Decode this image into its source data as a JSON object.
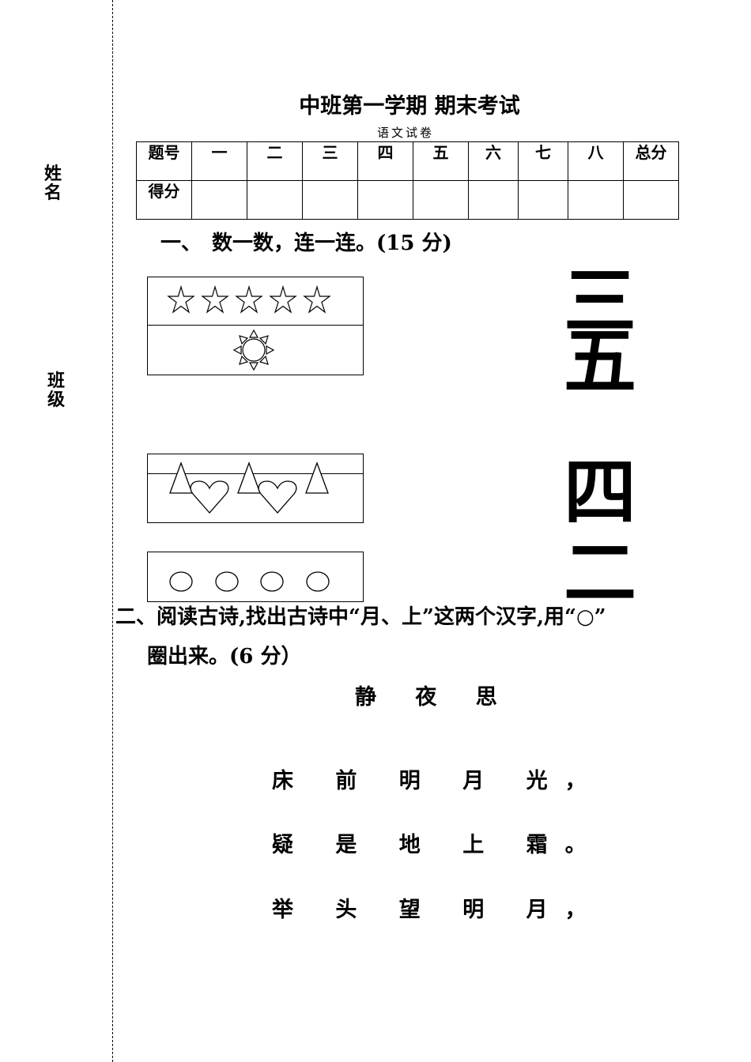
{
  "sidebar": {
    "name_label": "姓名",
    "class_label": "班级"
  },
  "header": {
    "title": "中班第一学期 期末考试",
    "subtitle": "语文试卷"
  },
  "score_table": {
    "row1": [
      "题号",
      "一",
      "二",
      "三",
      "四",
      "五",
      "六",
      "七",
      "八",
      "总分"
    ],
    "row2_label": "得分"
  },
  "section1": {
    "heading": "一、　数一数，连一连。(15 分)",
    "groups": [
      {
        "top_shape": "star-icon",
        "top_count": 5,
        "bottom_shape": "sun-icon",
        "bottom_count": 1
      },
      {
        "top_shape": "triangle-icon",
        "top_count": 3,
        "bottom_shape": "heart-icon",
        "bottom_count": 2
      },
      {
        "shape": "circle-icon",
        "count": 4
      }
    ],
    "numerals": [
      "三",
      "五",
      "四",
      "二"
    ]
  },
  "section2": {
    "heading_line1": "二、阅读古诗,找出古诗中“月、上”这两个汉字,用“○”",
    "heading_line2": "圈出来。(6 分）",
    "poem_title": "静 夜 思",
    "poem_lines": [
      "床 前 明 月 光，",
      "疑 是 地 上 霜。",
      "举 头 望 明 月，"
    ]
  }
}
